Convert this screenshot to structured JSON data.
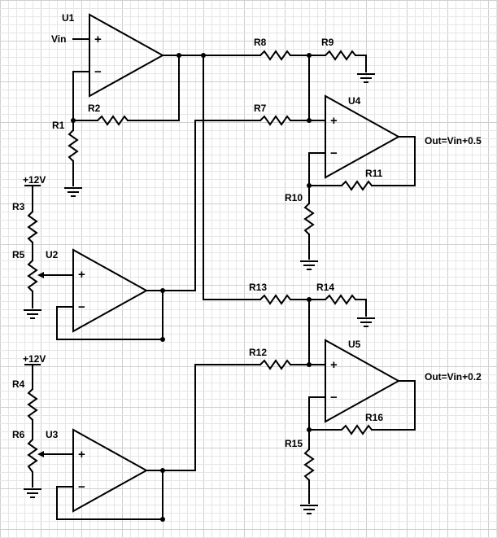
{
  "colors": {
    "wire": "#000000",
    "grid_minor": "#e6e6e6",
    "grid_major": "#cfcfcf",
    "background": "#ffffff"
  },
  "labels": {
    "u1": "U1",
    "u2": "U2",
    "u3": "U3",
    "u4": "U4",
    "u5": "U5",
    "r1": "R1",
    "r2": "R2",
    "r3": "R3",
    "r4": "R4",
    "r5": "R5",
    "r6": "R6",
    "r7": "R7",
    "r8": "R8",
    "r9": "R9",
    "r10": "R10",
    "r11": "R11",
    "r12": "R12",
    "r13": "R13",
    "r14": "R14",
    "r15": "R15",
    "r16": "R16",
    "vin": "Vin",
    "supply1": "+12V",
    "supply2": "+12V",
    "out1": "Out=Vin+0.5",
    "out2": "Out=Vin+0.2"
  },
  "pins": {
    "plus": "+",
    "minus": "−"
  }
}
